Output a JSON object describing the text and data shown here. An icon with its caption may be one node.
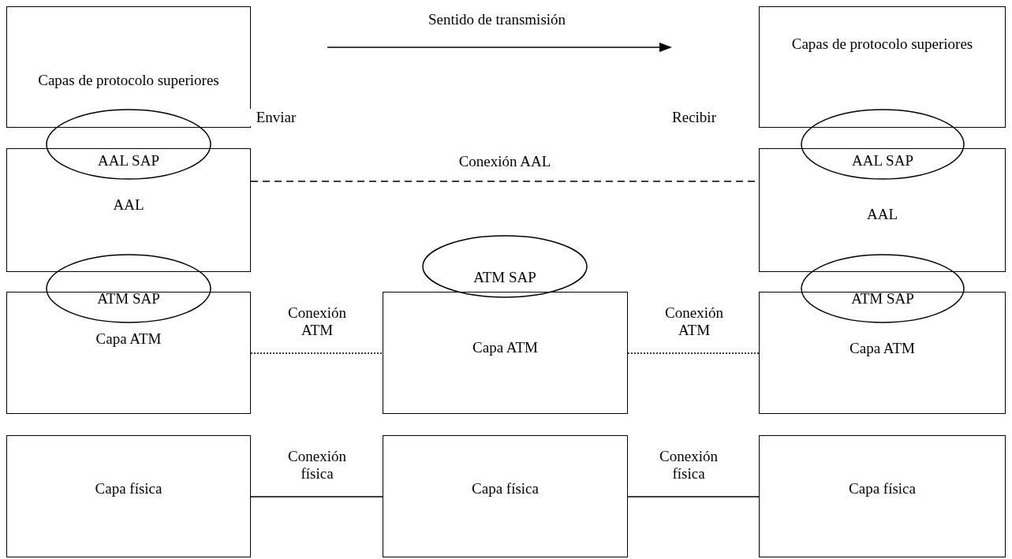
{
  "diagram": {
    "nodes": [
      {
        "text": [
          "Capas de protocolo superiores"
        ]
      },
      {
        "text": [
          "AAL SAP"
        ]
      },
      {
        "text": [
          "AAL"
        ]
      },
      {
        "text": [
          "ATM SAP"
        ]
      },
      {
        "text": [
          "Capa ATM"
        ]
      },
      {
        "text": [
          "Capa física"
        ]
      },
      {
        "text": [
          "ATM SAP"
        ]
      },
      {
        "text": [
          "Capa ATM"
        ]
      },
      {
        "text": [
          "Capa física"
        ]
      },
      {
        "text": [
          "Capas de protocolo superiores"
        ]
      },
      {
        "text": [
          "AAL SAP"
        ]
      },
      {
        "text": [
          "AAL"
        ]
      },
      {
        "text": [
          "ATM SAP"
        ]
      },
      {
        "text": [
          "Capa ATM"
        ]
      },
      {
        "text": [
          "Capa física"
        ]
      }
    ],
    "edges": [
      {
        "from": 2,
        "to": 11,
        "arrow": "none",
        "label": "Conexión AAL",
        "style": "dashed"
      },
      {
        "from": 4,
        "to": 7,
        "arrow": "none",
        "label": "Conexión ATM",
        "style": "dashed"
      },
      {
        "from": 7,
        "to": 13,
        "arrow": "none",
        "label": "Conexión ATM",
        "style": "dashed"
      },
      {
        "from": 5,
        "to": 8,
        "arrow": "none",
        "label": "Conexión física"
      },
      {
        "from": 8,
        "to": 14,
        "arrow": "none",
        "label": "Conexión física"
      }
    ],
    "labels": [
      "Sentido de transmisión",
      "Enviar",
      "Recibir"
    ]
  }
}
